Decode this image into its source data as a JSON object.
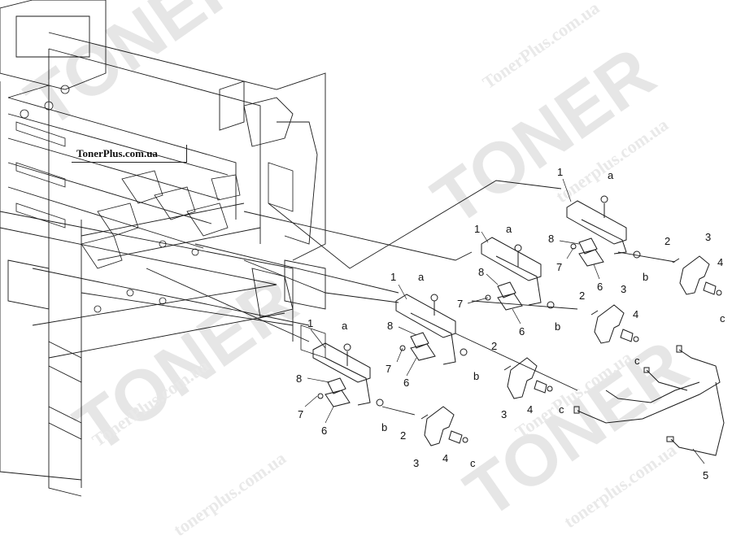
{
  "site_label": "TonerPlus.com.ua",
  "watermark": {
    "brand": "TONER",
    "url": "TonerPlus.com.ua",
    "domain": "tonerplus.com.ua"
  },
  "callouts": {
    "n1": "1",
    "n2": "2",
    "n3": "3",
    "n4": "4",
    "n5": "5",
    "n6": "6",
    "n7": "7",
    "n8": "8",
    "a": "a",
    "b": "b",
    "c": "c"
  },
  "colors": {
    "line": "#1a1a1a",
    "watermark": "#e6e6e6",
    "background": "#ffffff"
  }
}
